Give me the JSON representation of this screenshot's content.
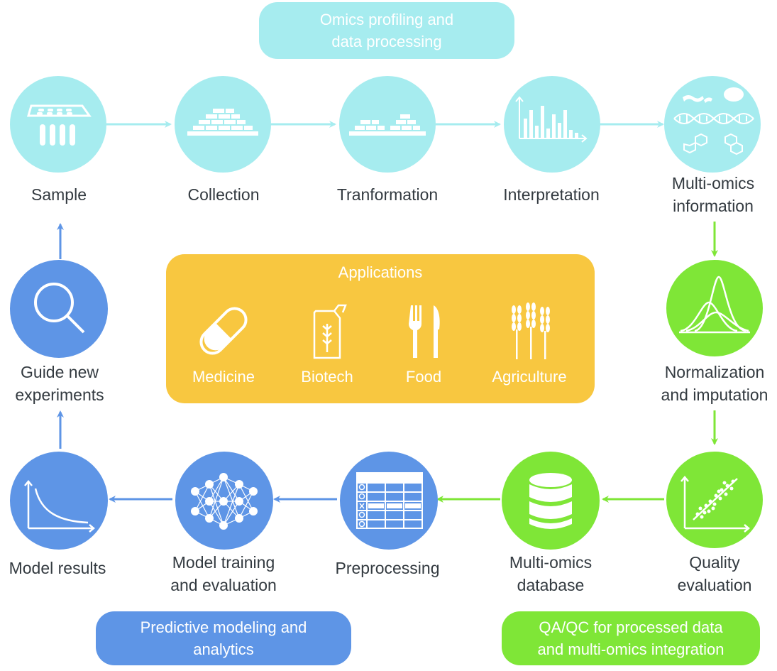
{
  "colors": {
    "cyan": "#a6ecef",
    "green": "#7fe637",
    "blue": "#5e95e6",
    "yellow": "#f8c740",
    "text": "#333a40",
    "white": "#ffffff"
  },
  "header": {
    "line1": "Omics profiling and",
    "line2": "data processing"
  },
  "nodes": {
    "sample": {
      "label": "Sample",
      "icon": "sample-plate-icon"
    },
    "collection": {
      "label": "Collection",
      "icon": "bricks-icon"
    },
    "tranformation": {
      "label": "Tranformation",
      "icon": "blocks-icon"
    },
    "interpretation": {
      "label": "Interpretation",
      "icon": "bar-chart-icon"
    },
    "multiomics_info": {
      "line1": "Multi-omics",
      "line2": "information",
      "icon": "molecules-icon"
    },
    "normalization": {
      "line1": "Normalization",
      "line2": "and imputation",
      "icon": "distribution-curves-icon"
    },
    "quality": {
      "line1": "Quality",
      "line2": "evaluation",
      "icon": "scatter-plot-icon"
    },
    "database": {
      "line1": "Multi-omics",
      "line2": "database",
      "icon": "database-icon"
    },
    "preprocessing": {
      "label": "Preprocessing",
      "icon": "table-icon"
    },
    "model_training": {
      "line1": "Model training",
      "line2": "and evaluation",
      "icon": "neural-network-icon"
    },
    "model_results": {
      "label": "Model results",
      "icon": "decay-curve-icon"
    },
    "guide": {
      "line1": "Guide new",
      "line2": "experiments",
      "icon": "magnifier-icon"
    }
  },
  "applications": {
    "title": "Applications",
    "items": [
      {
        "label": "Medicine",
        "icon": "pill-icon"
      },
      {
        "label": "Biotech",
        "icon": "fuel-can-icon"
      },
      {
        "label": "Food",
        "icon": "fork-knife-icon"
      },
      {
        "label": "Agriculture",
        "icon": "wheat-icon"
      }
    ]
  },
  "footer_blue": {
    "line1": "Predictive modeling and",
    "line2": "analytics"
  },
  "footer_green": {
    "line1": "QA/QC for processed data",
    "line2": "and multi-omics integration"
  }
}
